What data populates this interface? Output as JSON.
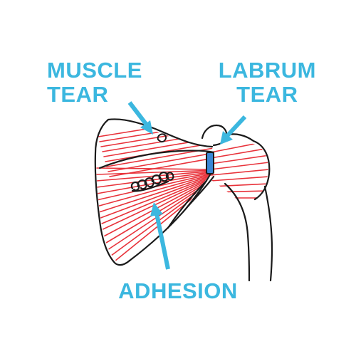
{
  "colors": {
    "label": "#3bb7df",
    "muscle_fiber": "#e8323a",
    "outline": "#1a1a1a",
    "labrum_fill": "#3a88d6",
    "background": "#ffffff"
  },
  "labels": {
    "muscle_tear": {
      "line1": "MUSCLE",
      "line2": "TEAR"
    },
    "labrum_tear": {
      "line1": "LABRUM",
      "line2": "TEAR"
    },
    "adhesion": "ADHESION"
  },
  "icons": {
    "muscle_tear_marker": "small-loop-icon",
    "adhesion_marker": "coiled-loops-icon",
    "labrum_marker": "labrum-patch-icon"
  }
}
